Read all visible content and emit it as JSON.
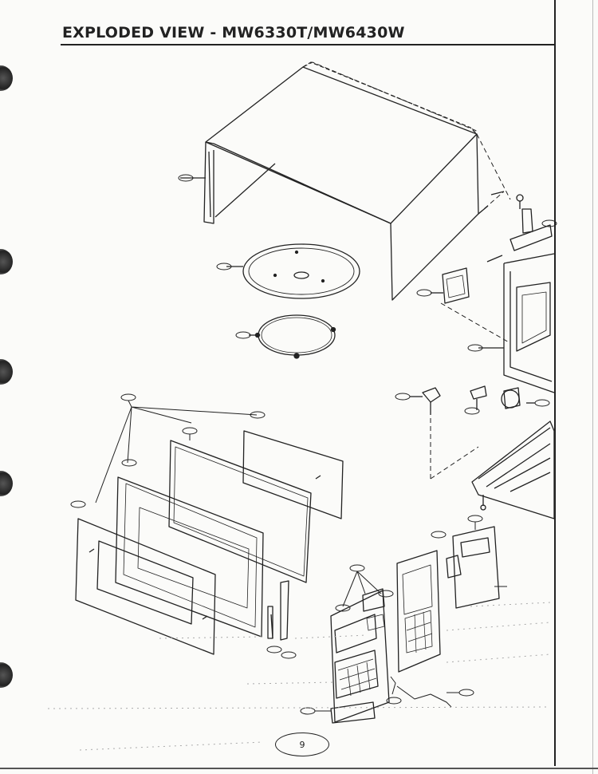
{
  "document": {
    "title": "EXPLODED VIEW - MW6330T/MW6430W",
    "page_number": "9"
  },
  "diagram": {
    "subject": "microwave oven exploded view",
    "colors": {
      "ink": "#222222",
      "paper": "#fbfbf9"
    }
  }
}
